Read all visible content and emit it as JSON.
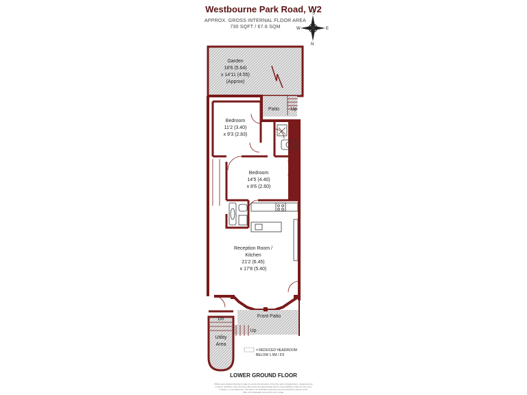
{
  "header": {
    "title": "Westbourne Park Road, W2",
    "area_line1": "APPROX. GROSS INTERNAL FLOOR AREA",
    "area_line2": "730 SQFT / 67.8 SQM"
  },
  "compass": {
    "north": "N",
    "south": "S",
    "east": "E",
    "west": "W"
  },
  "rooms": {
    "garden": {
      "name": "Garden",
      "dim1": "18'6 (5.64)",
      "dim2": "x 14'11 (4.55)",
      "note": "(Approx)"
    },
    "patio": {
      "name": "Patio",
      "up": "Up"
    },
    "bedroom1": {
      "name": "Bedroom",
      "dim1": "11'2 (3.40)",
      "dim2": "x 9'3 (2.83)"
    },
    "bedroom2": {
      "name": "Bedroom",
      "dim1": "14'5 (4.40)",
      "dim2": "x 8'6 (2.60)"
    },
    "reception": {
      "name1": "Reception Room /",
      "name2": "Kitchen",
      "dim1": "21'2 (6.45)",
      "dim2": "x 17'8 (5.40)"
    },
    "front_patio": {
      "name": "Front Patio",
      "up": "Up"
    },
    "utility": {
      "name1": "Utility",
      "name2": "Area",
      "dn": "Dn"
    }
  },
  "legend": {
    "line1": "= REDUCED HEADROOM",
    "line2": "BELOW 1.5M / 5'0"
  },
  "floor_label": "LOWER GROUND FLOOR",
  "disclaimer": {
    "line1": "Whilst every attempt has been made to ensure the accuracy of the floor plan contained here, measurements",
    "line2": "of doors, windows, rooms and any other items are approximate and no responsibility is taken for any error,",
    "line3": "omission, or mis-statement. This plan is for illustrative purposes only and should be used as such.",
    "line4": "Plan is for illustration only and is not to scale."
  },
  "colors": {
    "wall": "#7a1a1a",
    "hatch": "#b9b9b9",
    "text": "#222222"
  }
}
